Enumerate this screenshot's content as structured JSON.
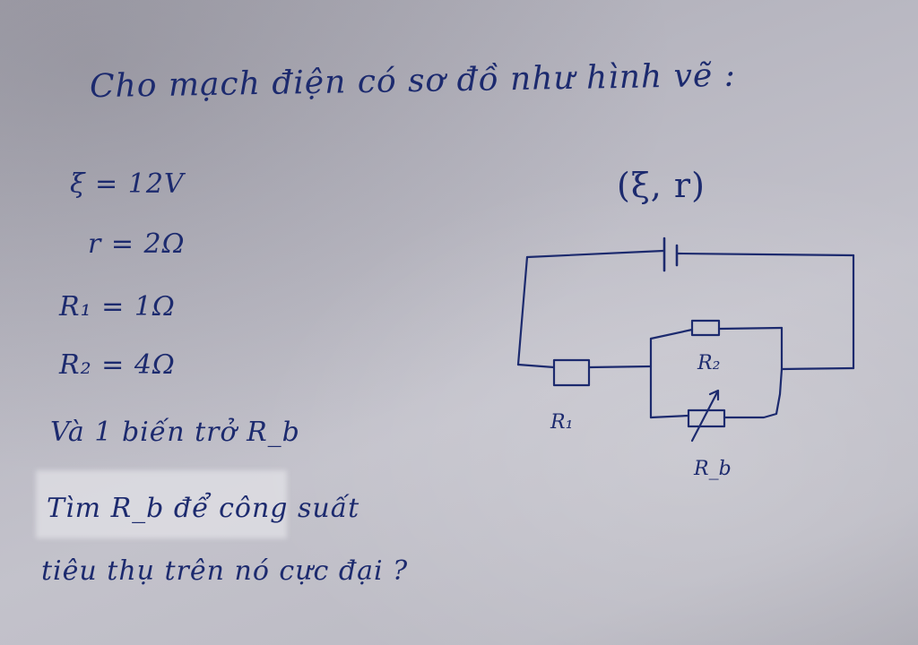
{
  "image": {
    "description_free": true
  },
  "problem": {
    "title": "Cho mạch điện có sơ đồ như hình vẽ :",
    "given": {
      "emf": "ξ = 12V",
      "internal_resistance": "r = 2Ω",
      "r1": "R₁ = 1Ω",
      "r2": "R₂ = 4Ω"
    },
    "lines": {
      "variable": "Và 1 biến trở R_b",
      "find": "Tìm R_b để công suất",
      "max": "tiêu thụ trên nó cực đại ?"
    }
  },
  "circuit": {
    "source_label": "(ξ, r)",
    "r1_label": "R₁",
    "r2_label": "R₂",
    "rb_label": "R_b"
  },
  "colors": {
    "ink": "#1c2a6e",
    "paper": "#bdbcc5"
  }
}
